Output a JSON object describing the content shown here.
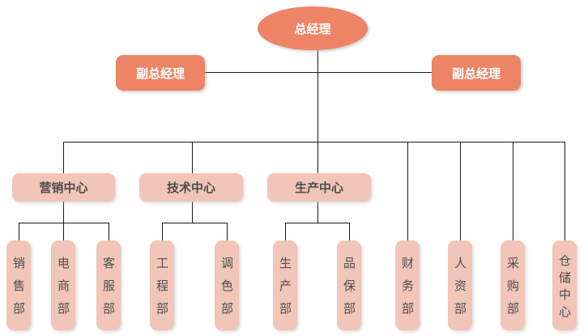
{
  "colors": {
    "node_primary": "#ed8465",
    "node_secondary": "#f1c5b8",
    "text_on_primary": "#ffffff",
    "text_on_secondary": "#4d4d4d",
    "connector": "#1a1a1a",
    "background": "#ffffff"
  },
  "org": {
    "root": {
      "label": "总经理"
    },
    "deputies": [
      {
        "label": "副总经理"
      },
      {
        "label": "副总经理"
      }
    ],
    "centers": [
      {
        "label": "营销中心"
      },
      {
        "label": "技术中心"
      },
      {
        "label": "生产中心"
      }
    ],
    "departments": [
      {
        "label": "销售部",
        "parent": "营销中心"
      },
      {
        "label": "电商部",
        "parent": "营销中心"
      },
      {
        "label": "客服部",
        "parent": "营销中心"
      },
      {
        "label": "工程部",
        "parent": "技术中心"
      },
      {
        "label": "调色部",
        "parent": "技术中心"
      },
      {
        "label": "生产部",
        "parent": "生产中心"
      },
      {
        "label": "品保部",
        "parent": "生产中心"
      },
      {
        "label": "财务部",
        "parent": "总经理"
      },
      {
        "label": "人资部",
        "parent": "总经理"
      },
      {
        "label": "采购部",
        "parent": "总经理"
      },
      {
        "label": "仓储中心",
        "parent": "总经理"
      }
    ]
  }
}
